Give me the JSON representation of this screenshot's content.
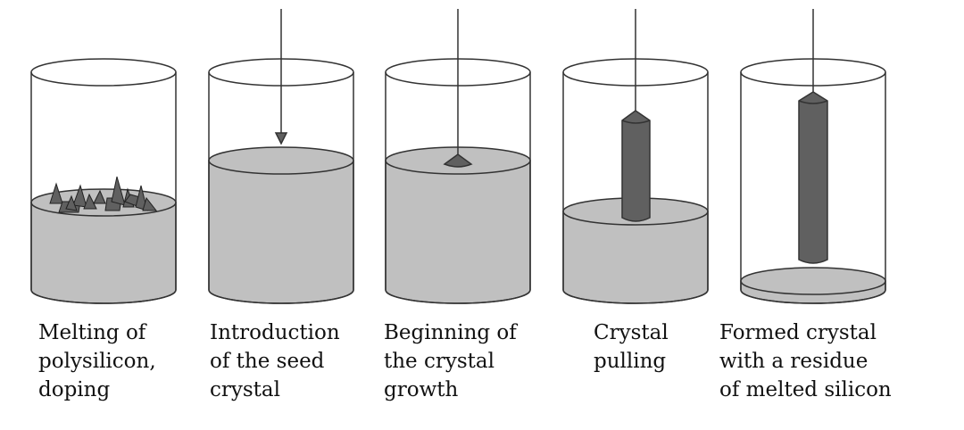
{
  "diagram": {
    "colors": {
      "melt": "#c0c0c0",
      "crystal": "#606060",
      "outline": "#333333"
    },
    "steps": [
      {
        "label_lines": [
          "Melting of",
          "polysilicon,",
          "doping"
        ]
      },
      {
        "label_lines": [
          "Introduction",
          "of the seed",
          "crystal"
        ]
      },
      {
        "label_lines": [
          "Beginning of",
          "the crystal",
          "growth"
        ]
      },
      {
        "label_lines": [
          "Crystal",
          "pulling"
        ]
      },
      {
        "label_lines": [
          "Formed crystal",
          "with a residue",
          "of melted silicon"
        ]
      }
    ]
  }
}
